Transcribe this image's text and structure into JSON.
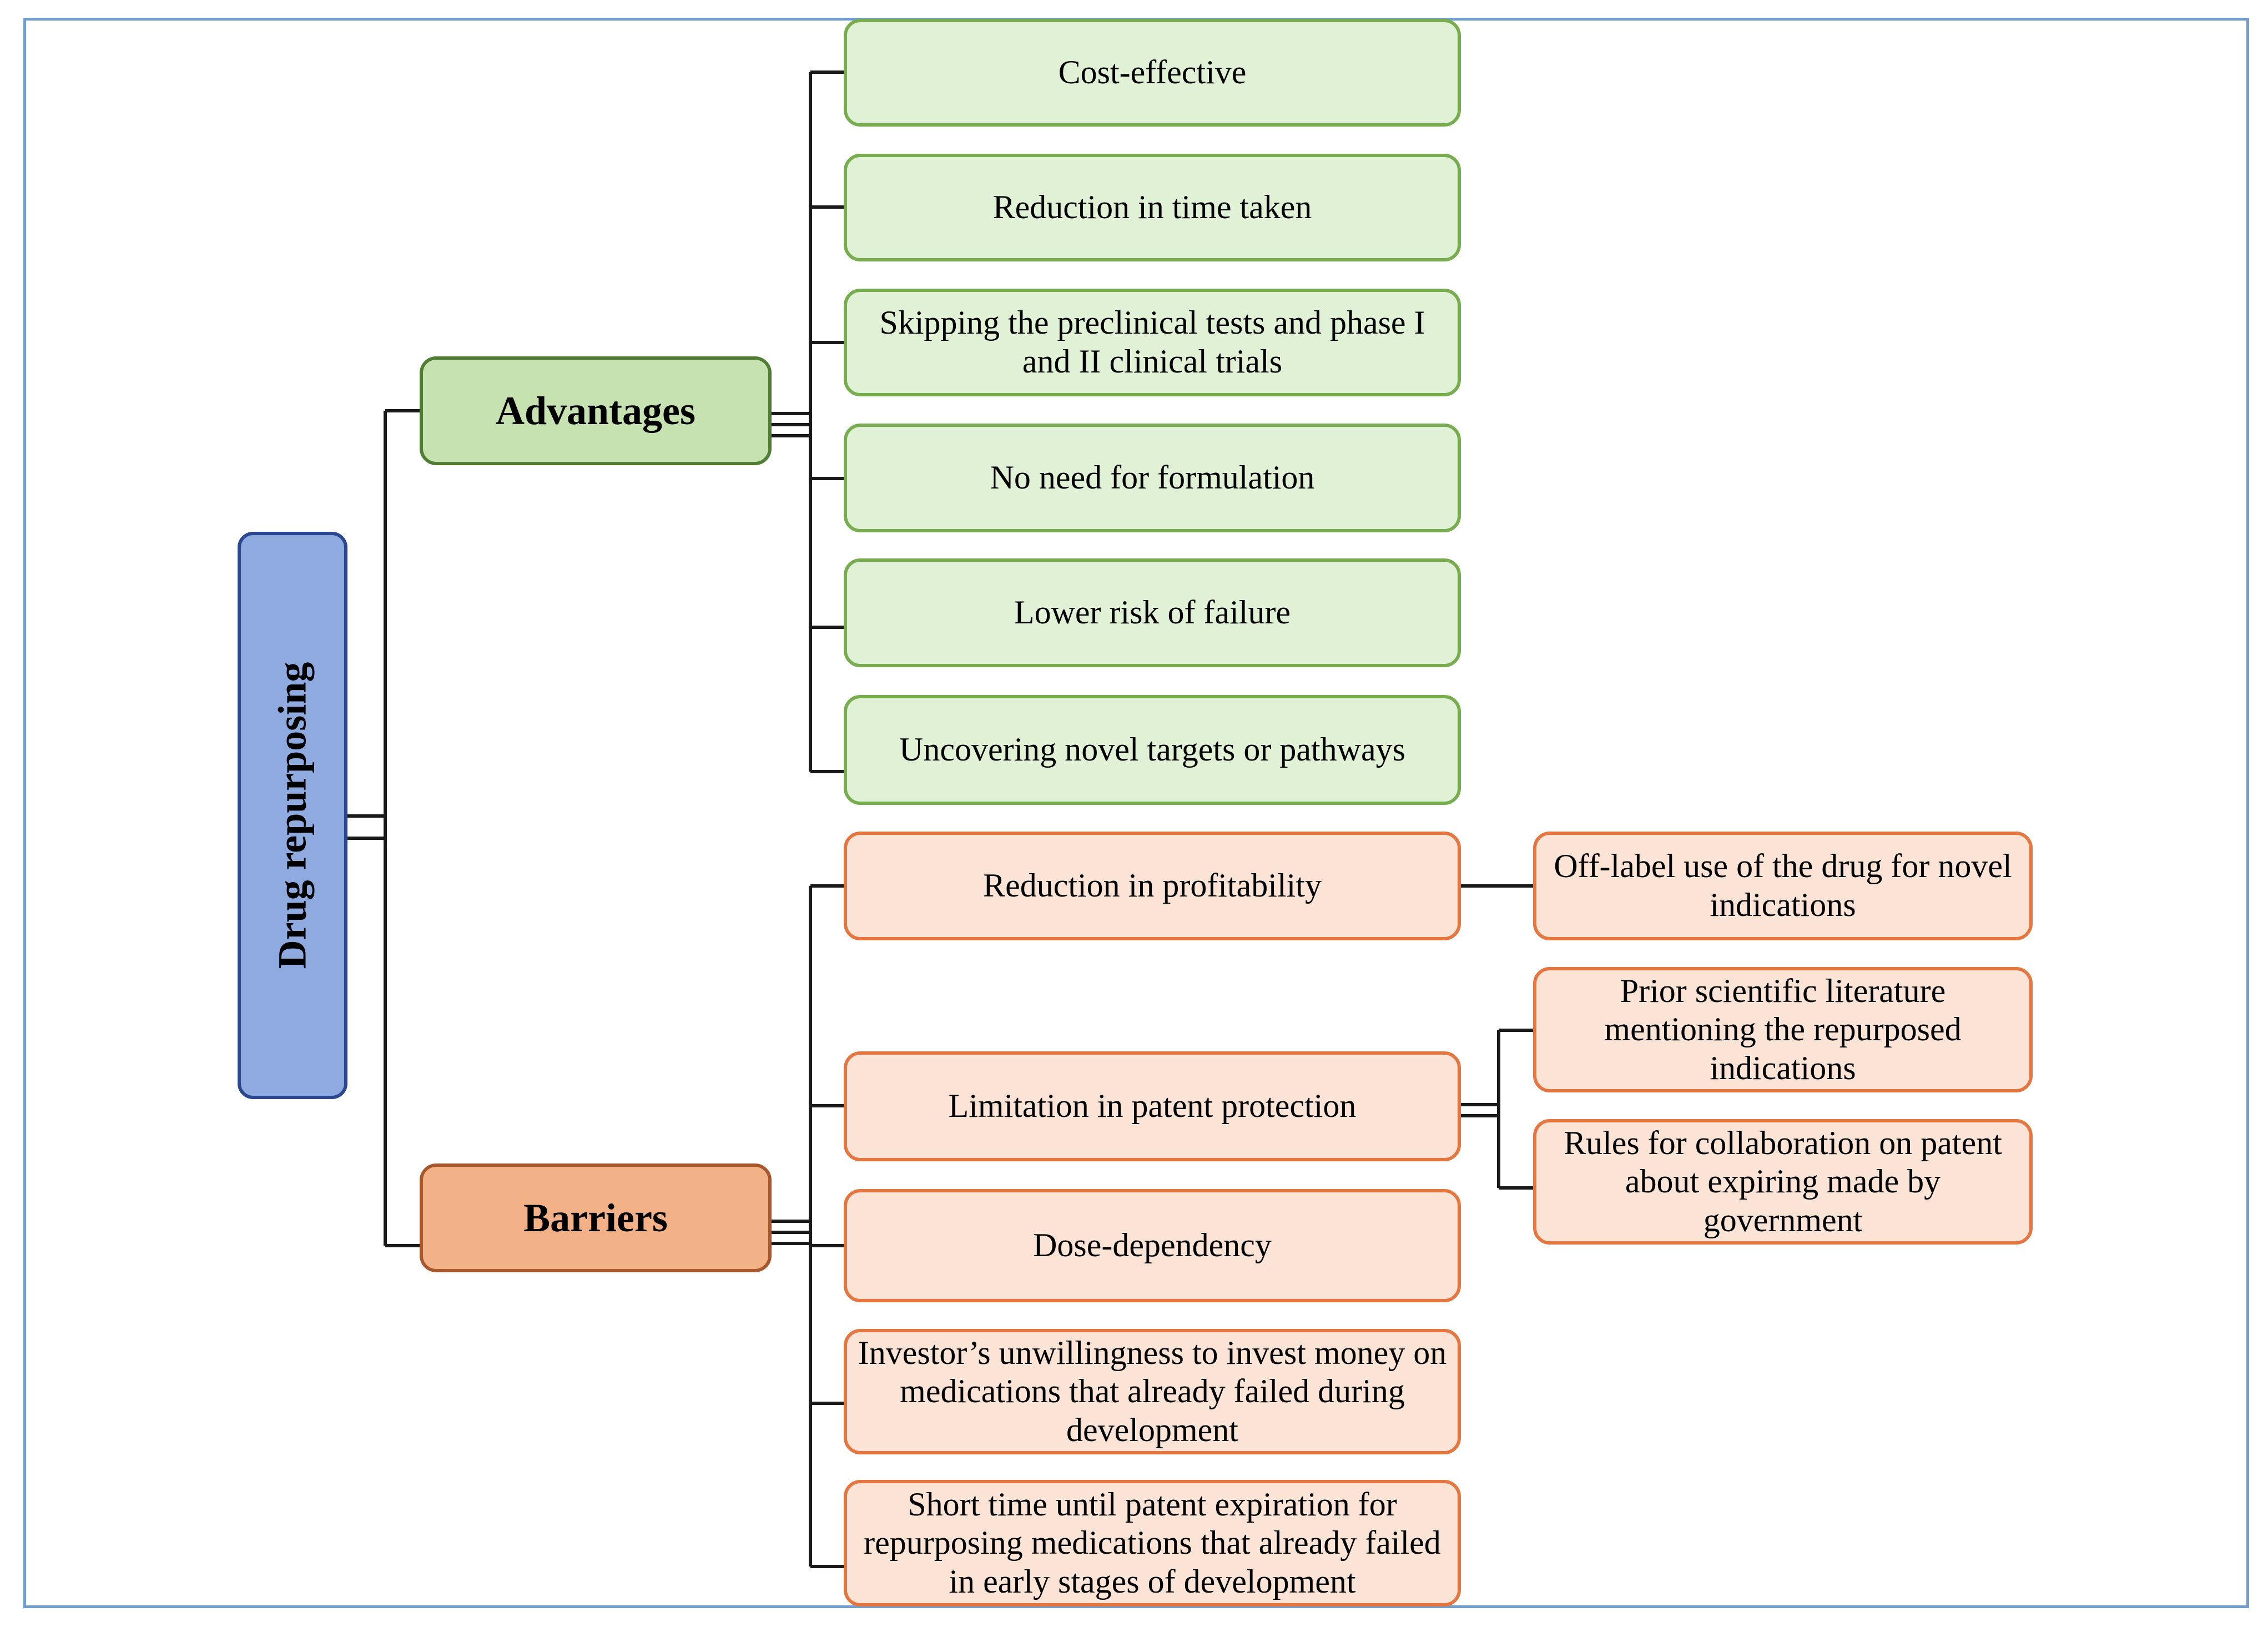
{
  "root": {
    "label": "Drug repurposing"
  },
  "advantages": {
    "label": "Advantages",
    "items": [
      "Cost-effective",
      "Reduction in time taken",
      "Skipping the preclinical tests and phase I and II clinical trials",
      "No need for formulation",
      "Lower risk of failure",
      "Uncovering novel targets or pathways"
    ]
  },
  "barriers": {
    "label": "Barriers",
    "items": [
      "Reduction in profitability",
      "Limitation in patent protection",
      "Dose-dependency",
      "Investor’s unwillingness to invest money on medications that already failed during development",
      "Short time until patent expiration for repurposing medications that already failed in early stages of development"
    ],
    "sub_items": {
      "profitability": [
        "Off-label use of the drug for novel indications"
      ],
      "patent": [
        "Prior scientific literature mentioning the repurposed indications",
        "Rules for collaboration on patent about expiring made by government"
      ]
    }
  },
  "colors": {
    "root_fill": "#8faadf",
    "root_border": "#2b4790",
    "advantage_fill": "#e1f1d6",
    "advantage_border": "#77ac4f",
    "barrier_fill": "#fbe3d6",
    "barrier_border": "#e6763f"
  }
}
